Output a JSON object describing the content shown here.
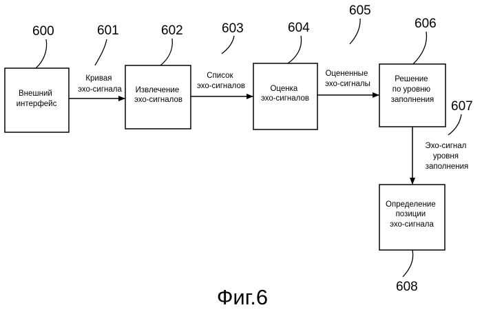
{
  "blocks": {
    "external_interface": {
      "number": "600",
      "lines": [
        "Внешний",
        "интерфейс"
      ]
    },
    "echo_extraction": {
      "number": "602",
      "lines": [
        "Извлечение",
        "эхо-сигналов"
      ]
    },
    "echo_evaluation": {
      "number": "604",
      "lines": [
        "Оценка",
        "эхо-сигналов"
      ]
    },
    "fill_level_decision": {
      "number": "606",
      "lines": [
        "Решение",
        "по уровню",
        "заполнения"
      ]
    },
    "echo_position": {
      "number": "608",
      "lines": [
        "Определение",
        "позиции",
        "эхо-сигнала"
      ]
    }
  },
  "connections": {
    "echo_curve": {
      "number": "601",
      "lines": [
        "Кривая",
        "эхо-сигнала"
      ]
    },
    "echo_list": {
      "number": "603",
      "lines": [
        "Список",
        "эхо-сигналов"
      ]
    },
    "evaluated_echoes": {
      "number": "605",
      "lines": [
        "Оцененные",
        "эхо-сигналы"
      ]
    },
    "fill_level_echo": {
      "number": "607",
      "lines": [
        "Эхо-сигнал",
        "уровня",
        "заполнения"
      ]
    }
  },
  "caption": "Фиг.6"
}
